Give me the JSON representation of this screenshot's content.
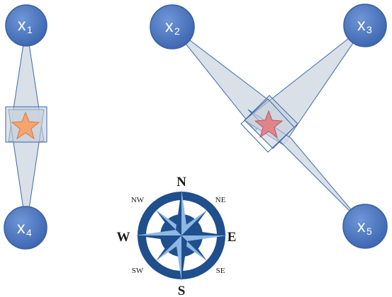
{
  "nodes": [
    {
      "id": "x1",
      "base": "x",
      "sub": "1"
    },
    {
      "id": "x2",
      "base": "x",
      "sub": "2"
    },
    {
      "id": "x3",
      "base": "x",
      "sub": "3"
    },
    {
      "id": "x4",
      "base": "x",
      "sub": "4"
    },
    {
      "id": "x5",
      "base": "x",
      "sub": "5"
    }
  ],
  "compass": {
    "n": "N",
    "s": "S",
    "e": "E",
    "w": "W",
    "ne": "NE",
    "nw": "NW",
    "se": "SE",
    "sw": "SW"
  },
  "colors": {
    "node_fill": "#4f79c4",
    "node_stroke": "#3a5f9e",
    "beam_fill": "#d4dbe4",
    "beam_stroke": "#3d6aa6",
    "star_left": "#f4a56e",
    "star_right": "#e0848c",
    "compass_dark": "#1f4f8c",
    "compass_light": "#8fb7e3"
  }
}
